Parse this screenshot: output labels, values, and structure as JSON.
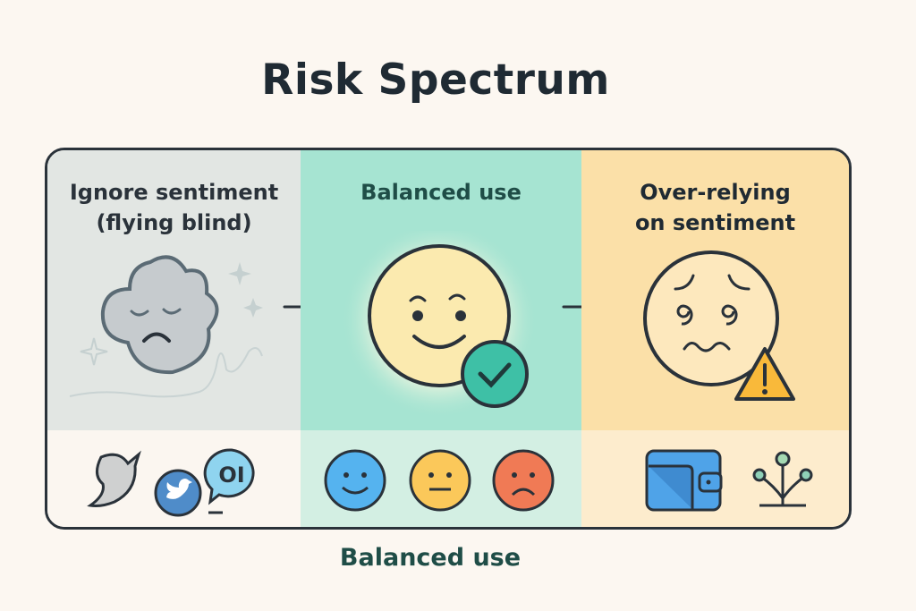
{
  "title": "Risk Spectrum",
  "panels": [
    {
      "label_line1": "Ignore sentiment",
      "label_line2": "(flying blind)",
      "face": "sad-cloud-icon",
      "color": "#e2e6e3"
    },
    {
      "label_line1": "Balanced use",
      "label_line2": "",
      "face": "smiling-face-check-icon",
      "color": "#a6e4d2"
    },
    {
      "label_line1": "Over-relying",
      "label_line2": "on sentiment",
      "face": "dizzy-face-warning-icon",
      "color": "#fbe0a8"
    }
  ],
  "bottom_icons": {
    "left": [
      "bird-icon",
      "twitter-icon",
      "speech-bubble-icon"
    ],
    "middle": [
      "happy-face-icon",
      "neutral-face-icon",
      "sad-face-icon"
    ],
    "right": [
      "wallet-icon",
      "branch-icon"
    ]
  },
  "chat_bubble_text": "OI",
  "caption": "Balanced use"
}
